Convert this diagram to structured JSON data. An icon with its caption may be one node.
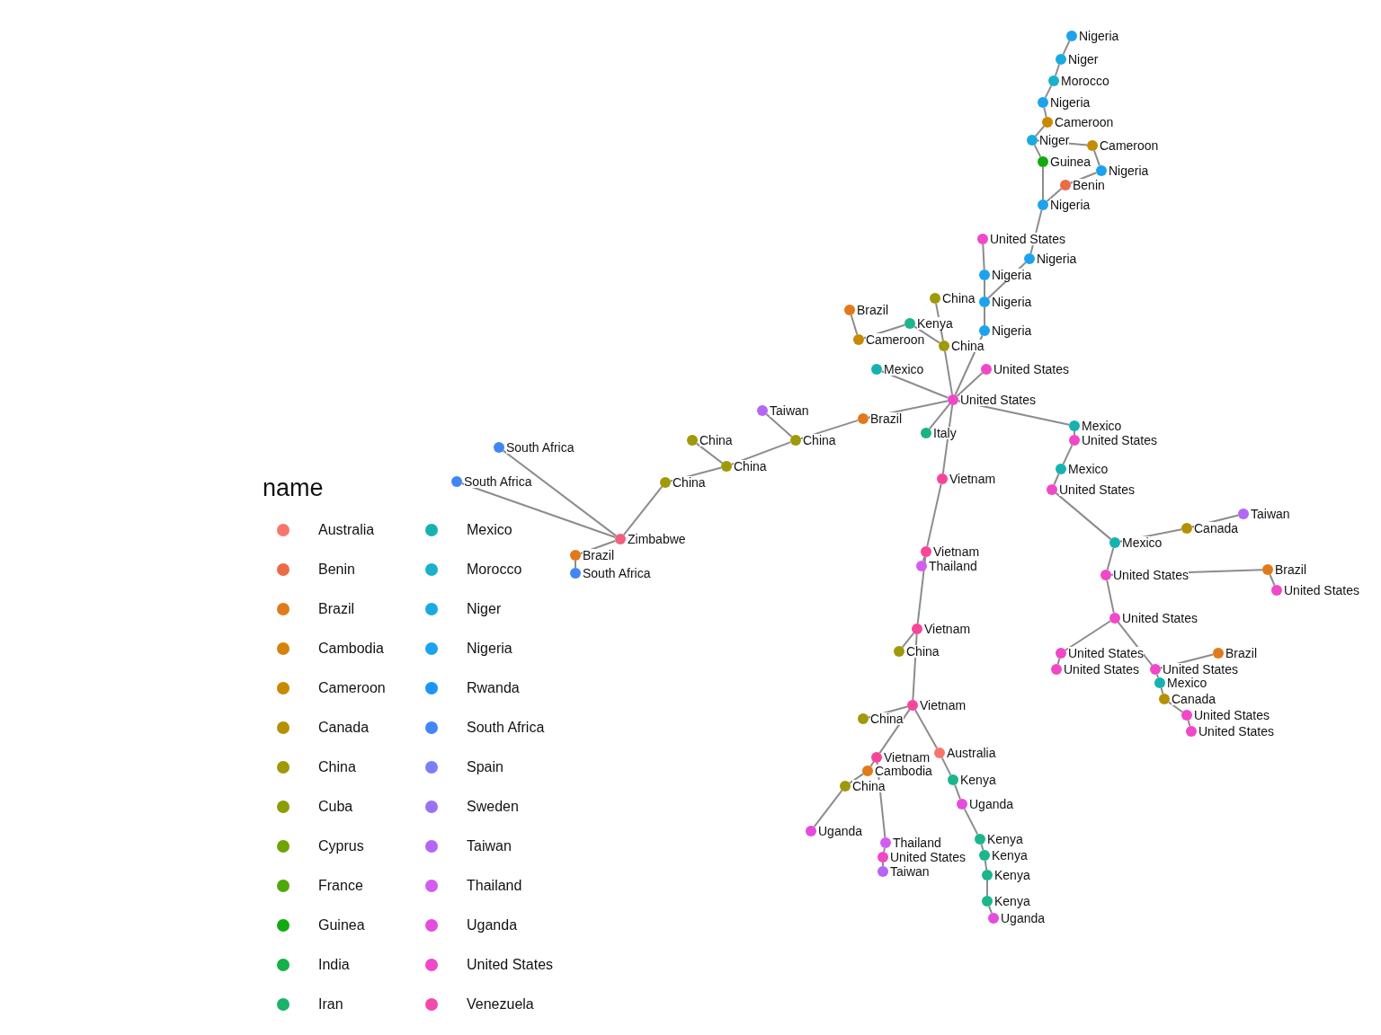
{
  "diagram": {
    "nodes": [
      {
        "text": [
          "Nigeria"
        ]
      },
      {
        "text": [
          "Niger"
        ]
      },
      {
        "text": [
          "Morocco"
        ]
      },
      {
        "text": [
          "Nigeria"
        ]
      },
      {
        "text": [
          "Cameroon"
        ]
      },
      {
        "text": [
          "Niger"
        ]
      },
      {
        "text": [
          "Cameroon"
        ]
      },
      {
        "text": [
          "Guinea"
        ]
      },
      {
        "text": [
          "Nigeria"
        ]
      },
      {
        "text": [
          "Benin"
        ]
      },
      {
        "text": [
          "Nigeria"
        ]
      },
      {
        "text": [
          "United States"
        ]
      },
      {
        "text": [
          "Nigeria"
        ]
      },
      {
        "text": [
          "Nigeria"
        ]
      },
      {
        "text": [
          "Nigeria"
        ]
      },
      {
        "text": [
          "Nigeria"
        ]
      },
      {
        "text": [
          "China"
        ]
      },
      {
        "text": [
          "Brazil"
        ]
      },
      {
        "text": [
          "Cameroon"
        ]
      },
      {
        "text": [
          "Kenya"
        ]
      },
      {
        "text": [
          "China"
        ]
      },
      {
        "text": [
          "United States"
        ]
      },
      {
        "text": [
          "Mexico"
        ]
      },
      {
        "text": [
          "Italy"
        ]
      },
      {
        "text": [
          "Brazil"
        ]
      },
      {
        "text": [
          "Taiwan"
        ]
      },
      {
        "text": [
          "China"
        ]
      },
      {
        "text": [
          "China"
        ]
      },
      {
        "text": [
          "China"
        ]
      },
      {
        "text": [
          "China"
        ]
      },
      {
        "text": [
          "South Africa"
        ]
      },
      {
        "text": [
          "South Africa"
        ]
      },
      {
        "text": [
          "Zimbabwe"
        ]
      },
      {
        "text": [
          "Brazil"
        ]
      },
      {
        "text": [
          "South Africa"
        ]
      },
      {
        "text": [
          "Vietnam"
        ]
      },
      {
        "text": [
          "Vietnam"
        ]
      },
      {
        "text": [
          "Thailand"
        ]
      },
      {
        "text": [
          "Vietnam"
        ]
      },
      {
        "text": [
          "China"
        ]
      },
      {
        "text": [
          "Vietnam"
        ]
      },
      {
        "text": [
          "China"
        ]
      },
      {
        "text": [
          "Vietnam"
        ]
      },
      {
        "text": [
          "Cambodia"
        ]
      },
      {
        "text": [
          "China"
        ]
      },
      {
        "text": [
          "Uganda"
        ]
      },
      {
        "text": [
          "Thailand"
        ]
      },
      {
        "text": [
          "United States"
        ]
      },
      {
        "text": [
          "Taiwan"
        ]
      },
      {
        "text": [
          "Australia"
        ]
      },
      {
        "text": [
          "Kenya"
        ]
      },
      {
        "text": [
          "Uganda"
        ]
      },
      {
        "text": [
          "Kenya"
        ]
      },
      {
        "text": [
          "Kenya"
        ]
      },
      {
        "text": [
          "Kenya"
        ]
      },
      {
        "text": [
          "Kenya"
        ]
      },
      {
        "text": [
          "Uganda"
        ]
      },
      {
        "text": [
          "Mexico"
        ]
      },
      {
        "text": [
          "United States"
        ]
      },
      {
        "text": [
          "Mexico"
        ]
      },
      {
        "text": [
          "United States"
        ]
      },
      {
        "text": [
          "Taiwan"
        ]
      },
      {
        "text": [
          "Canada"
        ]
      },
      {
        "text": [
          "Mexico"
        ]
      },
      {
        "text": [
          "Brazil"
        ]
      },
      {
        "text": [
          "United States"
        ]
      },
      {
        "text": [
          "United States"
        ]
      },
      {
        "text": [
          "United States"
        ]
      },
      {
        "text": [
          "Brazil"
        ]
      },
      {
        "text": [
          "United States"
        ]
      },
      {
        "text": [
          "United States"
        ]
      },
      {
        "text": [
          "United States"
        ]
      },
      {
        "text": [
          "Mexico"
        ]
      },
      {
        "text": [
          "Canada"
        ]
      },
      {
        "text": [
          "United States"
        ]
      },
      {
        "text": [
          "United States"
        ]
      },
      {
        "text": [
          "United States"
        ]
      }
    ],
    "edges": [
      {
        "from": 0,
        "to": 1,
        "arrow": "none"
      },
      {
        "from": 1,
        "to": 2,
        "arrow": "none"
      },
      {
        "from": 2,
        "to": 3,
        "arrow": "none"
      },
      {
        "from": 3,
        "to": 4,
        "arrow": "none"
      },
      {
        "from": 4,
        "to": 5,
        "arrow": "none"
      },
      {
        "from": 5,
        "to": 7,
        "arrow": "none"
      },
      {
        "from": 5,
        "to": 6,
        "arrow": "none"
      },
      {
        "from": 6,
        "to": 8,
        "arrow": "none"
      },
      {
        "from": 8,
        "to": 9,
        "arrow": "none"
      },
      {
        "from": 7,
        "to": 10,
        "arrow": "none"
      },
      {
        "from": 9,
        "to": 10,
        "arrow": "none"
      },
      {
        "from": 10,
        "to": 13,
        "arrow": "none"
      },
      {
        "from": 11,
        "to": 12,
        "arrow": "none"
      },
      {
        "from": 12,
        "to": 14,
        "arrow": "none"
      },
      {
        "from": 13,
        "to": 14,
        "arrow": "none"
      },
      {
        "from": 14,
        "to": 15,
        "arrow": "none"
      },
      {
        "from": 15,
        "to": 76,
        "arrow": "none"
      },
      {
        "from": 17,
        "to": 18,
        "arrow": "none"
      },
      {
        "from": 18,
        "to": 19,
        "arrow": "none"
      },
      {
        "from": 16,
        "to": 20,
        "arrow": "none"
      },
      {
        "from": 19,
        "to": 20,
        "arrow": "none"
      },
      {
        "from": 20,
        "to": 76,
        "arrow": "none"
      },
      {
        "from": 22,
        "to": 76,
        "arrow": "none"
      },
      {
        "from": 21,
        "to": 76,
        "arrow": "none"
      },
      {
        "from": 23,
        "to": 76,
        "arrow": "none"
      },
      {
        "from": 24,
        "to": 76,
        "arrow": "none"
      },
      {
        "from": 24,
        "to": 26,
        "arrow": "none"
      },
      {
        "from": 25,
        "to": 26,
        "arrow": "none"
      },
      {
        "from": 26,
        "to": 28,
        "arrow": "none"
      },
      {
        "from": 27,
        "to": 28,
        "arrow": "none"
      },
      {
        "from": 28,
        "to": 29,
        "arrow": "none"
      },
      {
        "from": 29,
        "to": 32,
        "arrow": "none"
      },
      {
        "from": 31,
        "to": 32,
        "arrow": "none"
      },
      {
        "from": 30,
        "to": 32,
        "arrow": "none"
      },
      {
        "from": 32,
        "to": 33,
        "arrow": "none"
      },
      {
        "from": 33,
        "to": 34,
        "arrow": "none"
      },
      {
        "from": 76,
        "to": 35,
        "arrow": "none"
      },
      {
        "from": 35,
        "to": 36,
        "arrow": "none"
      },
      {
        "from": 36,
        "to": 37,
        "arrow": "none"
      },
      {
        "from": 36,
        "to": 38,
        "arrow": "none"
      },
      {
        "from": 38,
        "to": 39,
        "arrow": "none"
      },
      {
        "from": 38,
        "to": 40,
        "arrow": "none"
      },
      {
        "from": 40,
        "to": 41,
        "arrow": "none"
      },
      {
        "from": 40,
        "to": 42,
        "arrow": "none"
      },
      {
        "from": 42,
        "to": 43,
        "arrow": "none"
      },
      {
        "from": 43,
        "to": 44,
        "arrow": "none"
      },
      {
        "from": 44,
        "to": 45,
        "arrow": "none"
      },
      {
        "from": 42,
        "to": 46,
        "arrow": "none"
      },
      {
        "from": 46,
        "to": 47,
        "arrow": "none"
      },
      {
        "from": 47,
        "to": 48,
        "arrow": "none"
      },
      {
        "from": 40,
        "to": 49,
        "arrow": "none"
      },
      {
        "from": 49,
        "to": 50,
        "arrow": "none"
      },
      {
        "from": 50,
        "to": 51,
        "arrow": "none"
      },
      {
        "from": 51,
        "to": 52,
        "arrow": "none"
      },
      {
        "from": 52,
        "to": 53,
        "arrow": "none"
      },
      {
        "from": 53,
        "to": 54,
        "arrow": "none"
      },
      {
        "from": 54,
        "to": 55,
        "arrow": "none"
      },
      {
        "from": 55,
        "to": 56,
        "arrow": "none"
      },
      {
        "from": 76,
        "to": 57,
        "arrow": "none"
      },
      {
        "from": 57,
        "to": 58,
        "arrow": "none"
      },
      {
        "from": 58,
        "to": 59,
        "arrow": "none"
      },
      {
        "from": 59,
        "to": 60,
        "arrow": "none"
      },
      {
        "from": 60,
        "to": 63,
        "arrow": "none"
      },
      {
        "from": 63,
        "to": 62,
        "arrow": "none"
      },
      {
        "from": 62,
        "to": 61,
        "arrow": "none"
      },
      {
        "from": 63,
        "to": 65,
        "arrow": "none"
      },
      {
        "from": 65,
        "to": 64,
        "arrow": "none"
      },
      {
        "from": 64,
        "to": 66,
        "arrow": "none"
      },
      {
        "from": 65,
        "to": 67,
        "arrow": "none"
      },
      {
        "from": 67,
        "to": 69,
        "arrow": "none"
      },
      {
        "from": 69,
        "to": 70,
        "arrow": "none"
      },
      {
        "from": 67,
        "to": 71,
        "arrow": "none"
      },
      {
        "from": 71,
        "to": 68,
        "arrow": "none"
      },
      {
        "from": 71,
        "to": 72,
        "arrow": "none"
      },
      {
        "from": 72,
        "to": 73,
        "arrow": "none"
      },
      {
        "from": 73,
        "to": 74,
        "arrow": "none"
      },
      {
        "from": 74,
        "to": 75,
        "arrow": "none"
      }
    ],
    "labels": [
      "name"
    ],
    "legend": [
      {
        "text": "Australia",
        "color": "#f8766d"
      },
      {
        "text": "Benin",
        "color": "#ec6b45"
      },
      {
        "text": "Brazil",
        "color": "#e07a1a"
      },
      {
        "text": "Cambodia",
        "color": "#d4830b"
      },
      {
        "text": "Cameroon",
        "color": "#c78a00"
      },
      {
        "text": "Canada",
        "color": "#b59100"
      },
      {
        "text": "China",
        "color": "#a0990a"
      },
      {
        "text": "Cuba",
        "color": "#8b9d00"
      },
      {
        "text": "Cyprus",
        "color": "#6fa300"
      },
      {
        "text": "France",
        "color": "#4fa80a"
      },
      {
        "text": "Guinea",
        "color": "#12aa0f"
      },
      {
        "text": "India",
        "color": "#16b048"
      },
      {
        "text": "Iran",
        "color": "#19b36a"
      },
      {
        "text": "Mexico",
        "color": "#15b2b1"
      },
      {
        "text": "Morocco",
        "color": "#19b1cc"
      },
      {
        "text": "Niger",
        "color": "#1aaae0"
      },
      {
        "text": "Nigeria",
        "color": "#1da3ee"
      },
      {
        "text": "Rwanda",
        "color": "#1c95f8"
      },
      {
        "text": "South Africa",
        "color": "#4286f5"
      },
      {
        "text": "Spain",
        "color": "#7a7ef8"
      },
      {
        "text": "Sweden",
        "color": "#9a72f5"
      },
      {
        "text": "Taiwan",
        "color": "#b466f4"
      },
      {
        "text": "Thailand",
        "color": "#d45cf0"
      },
      {
        "text": "Uganda",
        "color": "#e54cde"
      },
      {
        "text": "United States",
        "color": "#f048c8"
      },
      {
        "text": "Venezuela",
        "color": "#f54aaa"
      }
    ]
  }
}
